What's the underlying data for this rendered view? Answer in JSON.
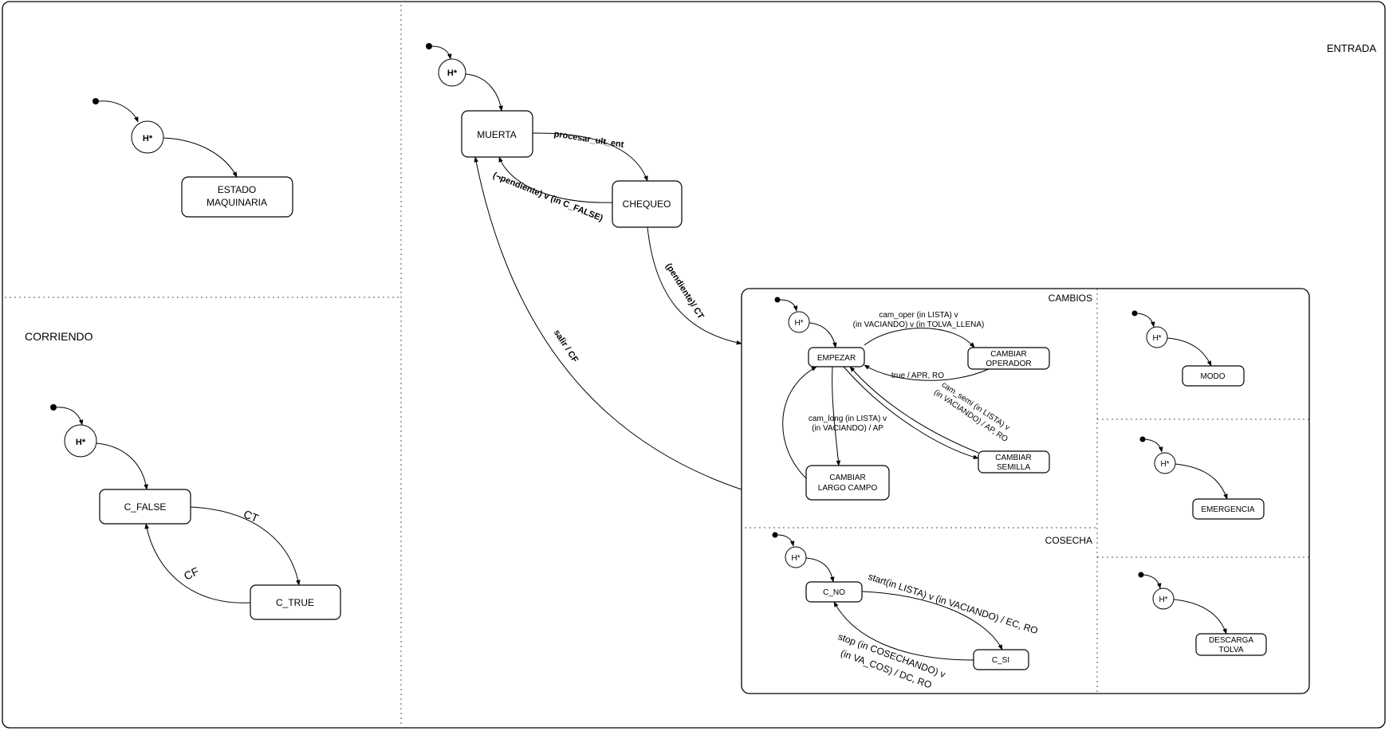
{
  "regions": {
    "entrada": "ENTRADA",
    "corriendo": "CORRIENDO",
    "cambios": "CAMBIOS",
    "cosecha": "COSECHA"
  },
  "history": "H*",
  "states": {
    "estado_maquinaria": [
      "ESTADO",
      "MAQUINARIA"
    ],
    "c_false": "C_FALSE",
    "c_true": "C_TRUE",
    "muerta": "MUERTA",
    "chequeo": "CHEQUEO",
    "empezar": "EMPEZAR",
    "cambiar_operador": [
      "CAMBIAR",
      "OPERADOR"
    ],
    "cambiar_semilla": [
      "CAMBIAR",
      "SEMILLA"
    ],
    "cambiar_largo_campo": [
      "CAMBIAR",
      "LARGO CAMPO"
    ],
    "c_no": "C_NO",
    "c_si": "C_SI",
    "modo": "MODO",
    "emergencia": "EMERGENCIA",
    "descarga_tolva": [
      "DESCARGA",
      "TOLVA"
    ]
  },
  "transitions": {
    "ct": "CT",
    "cf": "CF",
    "procesar": "procesar_ult_ent",
    "no_pendiente": "(¬pendiente) v (in C_FALSE)",
    "pendiente": "(pendiente)/ CT",
    "salir": "salir / CF",
    "cam_oper": [
      "cam_oper (in LISTA) v",
      "(in VACIANDO)  v (in TOLVA_LLENA)"
    ],
    "true_apr": "true / APR, RO",
    "cam_semi": [
      "cam_semi (in LISTA) v",
      "(in VACIANDO) / AP, RO"
    ],
    "cam_long": [
      "cam_long (in LISTA) v",
      "(in VACIANDO) / AP"
    ],
    "start": "start(in LISTA) v (in VACIANDO) / EC, RO",
    "stop": [
      "stop (in COSECHANDO) v",
      "(in VA_COS) / DC, RO"
    ]
  }
}
